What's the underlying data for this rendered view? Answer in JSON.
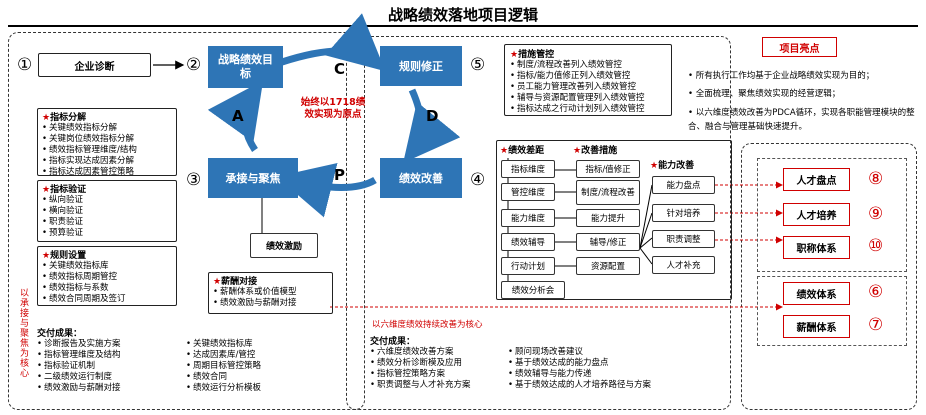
{
  "title": "战略绩效落地项目逻辑",
  "nums": {
    "n1": "①",
    "n2": "②",
    "n3": "③",
    "n4": "④",
    "n5": "⑤",
    "n6": "⑥",
    "n7": "⑦",
    "n8": "⑧",
    "n9": "⑨",
    "n10": "⑩"
  },
  "diagnosis": "企业诊断",
  "cycle": {
    "goal": "战略绩效目标",
    "revise": "规则修正",
    "execute": "承接与聚焦",
    "improve": "绩效改善",
    "incentive": "绩效激励",
    "c": "C",
    "a": "A",
    "d": "D",
    "p": "P",
    "center": "始终以1718绩效实现为原点"
  },
  "measures": {
    "title": "措施管控",
    "items": [
      "制度/流程改善列入绩效管控",
      "指标/能力值修正列入绩效管控",
      "员工能力管理改善列入绩效管控",
      "辅导与资源配置管理列入绩效管控",
      "指标达成之行动计划列入绩效管控"
    ]
  },
  "highlights": {
    "title": "项目亮点",
    "items": [
      "所有执行工作均基于企业战略绩效实现为目的；",
      "全面梳理、聚焦绩效实现的经营逻辑；",
      "以六维度绩效改善为PDCA循环，实现各职能管理模块的整合、融合与管理基础快速提升。"
    ]
  },
  "left_sections": {
    "s1": {
      "title": "指标分解",
      "items": [
        "关键绩效指标分解",
        "关键岗位绩效指标分解",
        "绩效指标管理维度/结构",
        "指标实现达成因素分解",
        "指标达成因素管控策略"
      ]
    },
    "s2": {
      "title": "指标验证",
      "items": [
        "纵向验证",
        "横向验证",
        "职责验证",
        "预算验证"
      ]
    },
    "s3": {
      "title": "规则设置",
      "items": [
        "关键绩效指标库",
        "绩效指标周期管控",
        "绩效指标与系数",
        "绩效合同周期及签订"
      ]
    }
  },
  "salary": {
    "title": "薪酬对接",
    "items": [
      "薪酬体系或价值模型",
      "绩效激励与薪酬对接"
    ]
  },
  "gap_title": "绩效差距",
  "measure_title": "改善措施",
  "capability_title": "能力改善",
  "gaps": [
    "指标维度",
    "管控维度",
    "能力维度",
    "绩效辅导",
    "行动计划",
    "绩效分析会"
  ],
  "measures_list": [
    "指标/值修正",
    "制度/流程改善",
    "能力提升",
    "辅导/修正",
    "资源配置"
  ],
  "capabilities": [
    "能力盘点",
    "针对培养",
    "职责调整",
    "人才补充"
  ],
  "right_items": {
    "talent": "人才盘点",
    "training": "人才培养",
    "title": "职称体系",
    "perf": "绩效体系",
    "salary": "薪酬体系"
  },
  "six_dim": "以六维度绩效持续改善为核心",
  "vertical_left": "以承接与聚焦为核心",
  "deliverables_left": {
    "title": "交付成果：",
    "col1": [
      "诊断报告及实施方案",
      "指标管理维度及结构",
      "指标验证机制",
      "二级绩效运行制度",
      "绩效激励与薪酬对接"
    ],
    "col2": [
      "关键绩效指标库",
      "达成因素库/管控",
      "周期目标管控策略",
      "绩效合同",
      "绩效运行分析模板"
    ]
  },
  "deliverables_right": {
    "title": "交付成果：",
    "col1": [
      "六维度绩效改善方案",
      "绩效分析诊断模及应用",
      "指标管控策略方案",
      "职责调整与人才补充方案"
    ],
    "col2": [
      "顾问现场改善建议",
      "基于绩效达成的能力盘点",
      "绩效辅导与能力传递",
      "基于绩效达成的人才培养路径与方案"
    ]
  }
}
